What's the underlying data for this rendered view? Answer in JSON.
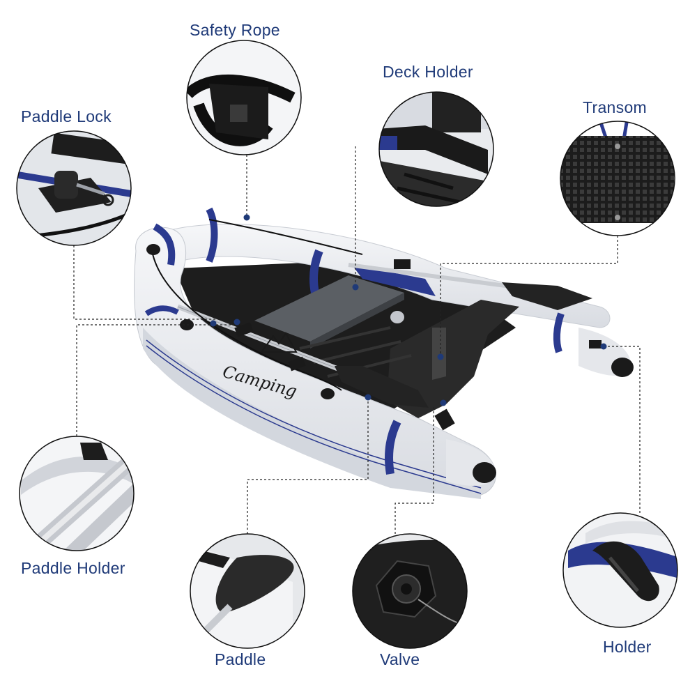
{
  "labels": {
    "safety_rope": "Safety Rope",
    "deck_holder": "Deck Holder",
    "paddle_lock": "Paddle Lock",
    "transom": "Transom",
    "paddle_holder": "Paddle Holder",
    "paddle": "Paddle",
    "valve": "Valve",
    "holder": "Holder"
  },
  "boat": {
    "brand": "Camping"
  },
  "colors": {
    "label_text": "#1f3a78",
    "boat_body": "#eceef1",
    "stripe_blue": "#2b3a8f",
    "dark": "#1a1a1a"
  }
}
